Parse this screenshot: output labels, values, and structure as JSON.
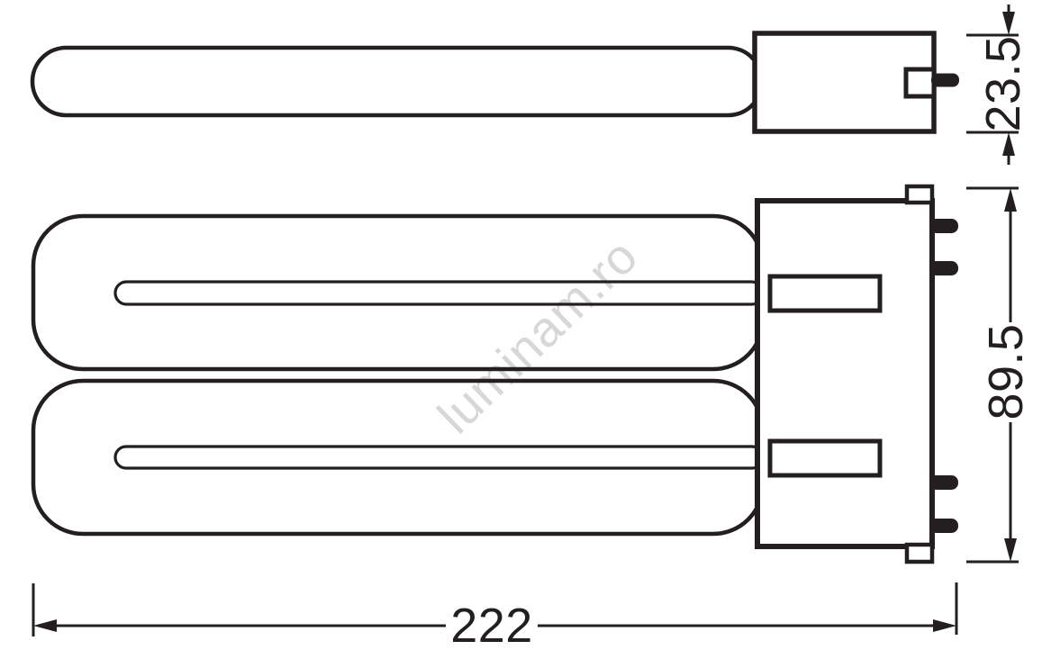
{
  "diagram": {
    "watermark": "luminam.ro",
    "dimensions": {
      "base_height_mm": "23.5",
      "lamp_height_mm": "89.5",
      "overall_length_mm": "222"
    },
    "colors": {
      "line": "#231f20",
      "background": "#ffffff",
      "watermark": "#d7d7d7"
    }
  }
}
